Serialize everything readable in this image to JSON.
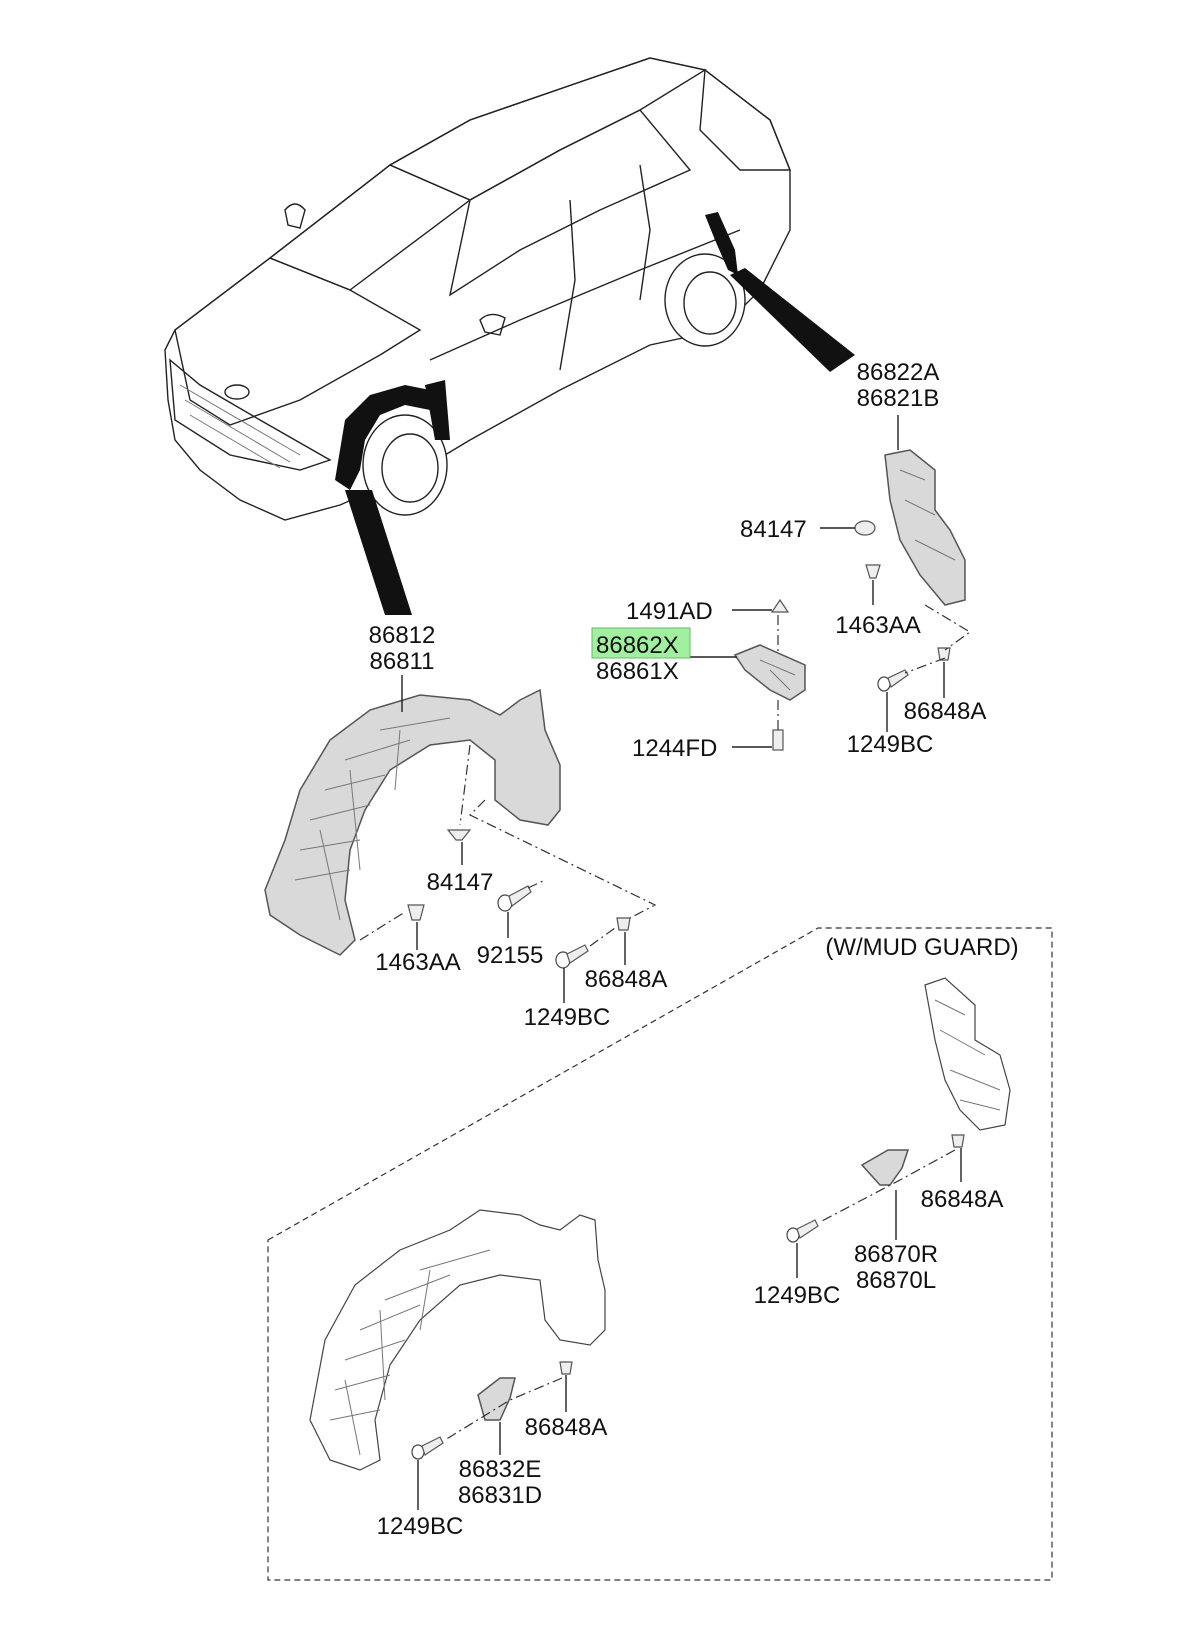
{
  "labels": {
    "rear_guard_a": "86822A",
    "rear_guard_b": "86821B",
    "rear_clip": "84147",
    "rear_grommet": "1463AA",
    "rear_screw": "1249BC",
    "rear_nut": "86848A",
    "bracket_nut": "1491AD",
    "bracket_r": "86862X",
    "bracket_l": "86861X",
    "bracket_bolt": "1244FD",
    "front_guard_a": "86812",
    "front_guard_b": "86811",
    "front_clip": "84147",
    "front_screw_bolt": "92155",
    "front_grommet": "1463AA",
    "front_nut": "86848A",
    "front_screw": "1249BC",
    "mud_guard_title": "(W/MUD GUARD)",
    "mg_rear_nut": "86848A",
    "mg_rear_flap_r": "86870R",
    "mg_rear_flap_l": "86870L",
    "mg_rear_screw": "1249BC",
    "mg_front_nut": "86848A",
    "mg_front_flap_e": "86832E",
    "mg_front_flap_d": "86831D",
    "mg_front_screw": "1249BC"
  },
  "highlight": {
    "part_number": "86862X",
    "color": "#90ee90"
  }
}
